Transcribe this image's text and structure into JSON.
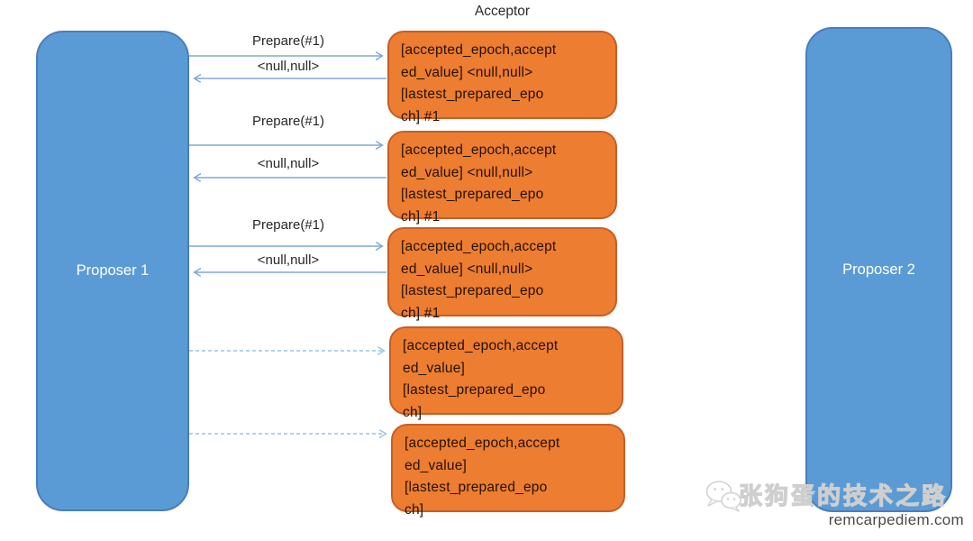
{
  "acceptor": {
    "label": "Acceptor"
  },
  "proposers": {
    "p1": "Proposer 1",
    "p2": "Proposer 2"
  },
  "exchanges": [
    {
      "request": "Prepare(#1)",
      "response": "<null,null>",
      "style": "solid"
    },
    {
      "request": "Prepare(#1)",
      "response": "<null,null>",
      "style": "solid"
    },
    {
      "request": "Prepare(#1)",
      "response": "<null,null>",
      "style": "solid"
    }
  ],
  "pending_messages": [
    {
      "style": "dashed"
    },
    {
      "style": "dashed"
    }
  ],
  "acceptor_states": [
    {
      "text": "[accepted_epoch,accept\ned_value] <null,null>\n[lastest_prepared_epo\nch] #1"
    },
    {
      "text": "[accepted_epoch,accept\ned_value] <null,null>\n[lastest_prepared_epo\nch] #1"
    },
    {
      "text": "[accepted_epoch,accept\ned_value] <null,null>\n[lastest_prepared_epo\nch] #1"
    },
    {
      "text": "[accepted_epoch,accept\ned_value]\n[lastest_prepared_epo\nch]"
    },
    {
      "text": "[accepted_epoch,accept\ned_value]\n[lastest_prepared_epo\nch]"
    }
  ],
  "watermark": {
    "icon": "wechat-bubbles-icon",
    "brand": "张狗蛋的技术之路",
    "site": "remcarpediem.com"
  },
  "colors": {
    "proposer_fill": "#5B9BD5",
    "proposer_border": "#4a7ebb",
    "acceptor_fill": "#ED7D31",
    "acceptor_border": "#c55f26",
    "arrow_solid": "#7FA8D9",
    "arrow_dashed": "#9CC2E5",
    "label_text": "#262626",
    "box_text": "#241102"
  }
}
